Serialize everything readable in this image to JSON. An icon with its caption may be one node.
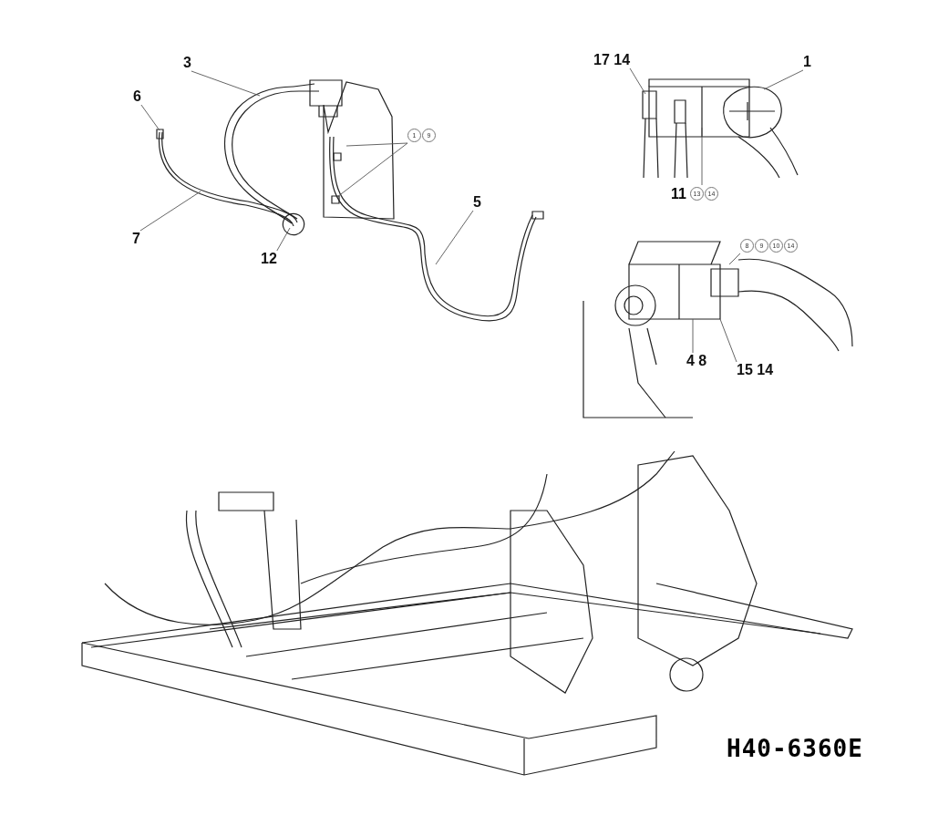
{
  "diagram": {
    "nodes": [
      {
        "text": [
          "3"
        ]
      },
      {
        "text": [
          "6"
        ]
      },
      {
        "text": [
          "7"
        ]
      },
      {
        "text": [
          "12"
        ]
      },
      {
        "text": [
          "5"
        ]
      },
      {
        "text": [
          "1",
          "9"
        ]
      },
      {
        "text": [
          "17 14"
        ]
      },
      {
        "text": [
          "1"
        ]
      },
      {
        "text": [
          "11",
          "13",
          "14"
        ]
      },
      {
        "text": [
          "8",
          "9",
          "10",
          "14"
        ]
      },
      {
        "text": [
          "4 8"
        ]
      },
      {
        "text": [
          "15 14"
        ]
      }
    ],
    "edges": [
      {
        "from": 0,
        "to": null,
        "arrow": "none"
      },
      {
        "from": 1,
        "to": null,
        "arrow": "none"
      },
      {
        "from": 2,
        "to": null,
        "arrow": "none"
      },
      {
        "from": 3,
        "to": null,
        "arrow": "none"
      },
      {
        "from": 4,
        "to": null,
        "arrow": "none"
      },
      {
        "from": 5,
        "to": null,
        "arrow": "none"
      },
      {
        "from": 5,
        "to": null,
        "arrow": "none"
      },
      {
        "from": 6,
        "to": null,
        "arrow": "none"
      },
      {
        "from": 7,
        "to": null,
        "arrow": "none"
      },
      {
        "from": 8,
        "to": null,
        "arrow": "none"
      },
      {
        "from": 9,
        "to": null,
        "arrow": "none"
      },
      {
        "from": 10,
        "to": null,
        "arrow": "none"
      },
      {
        "from": 11,
        "to": null,
        "arrow": "none"
      }
    ],
    "labels": [
      "H40-6360E"
    ]
  }
}
